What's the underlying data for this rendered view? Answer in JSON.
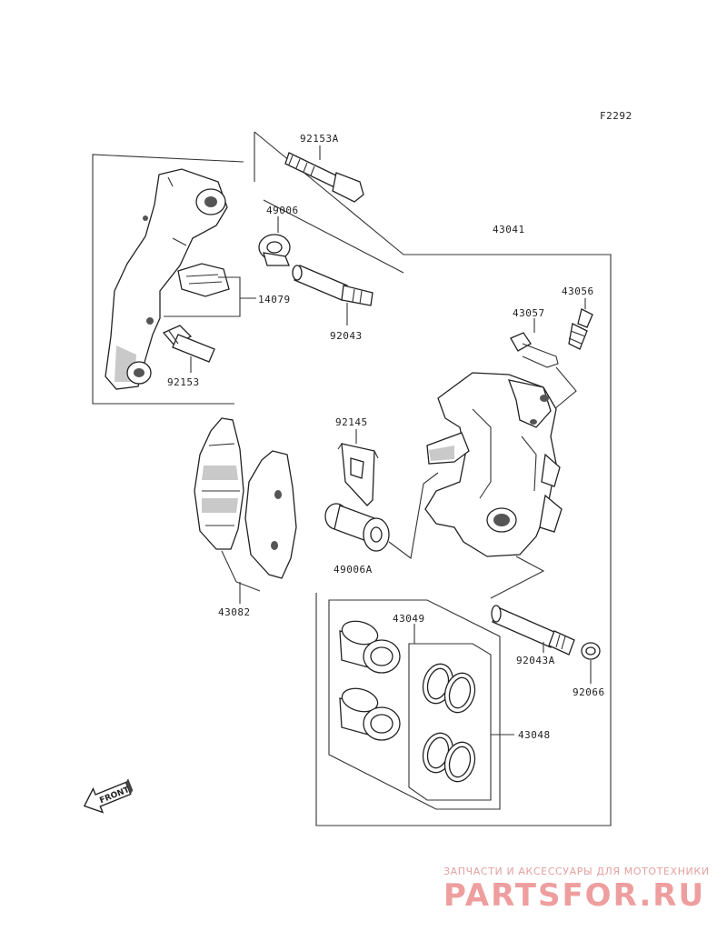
{
  "figure_code": "F2292",
  "labels": {
    "p92153A": "92153A",
    "p49006": "49006",
    "p43041": "43041",
    "p14079": "14079",
    "p92043": "92043",
    "p92153": "92153",
    "p43056": "43056",
    "p43057": "43057",
    "p92145": "92145",
    "p49006A": "49006A",
    "p43082": "43082",
    "p43049": "43049",
    "p92043A": "92043A",
    "p92066": "92066",
    "p43048": "43048"
  },
  "front_marker": "FRONT",
  "watermark": {
    "caption": "ЗАПЧАСТИ И АКСЕССУАРЫ ДЛЯ МОТОТЕХНИКИ",
    "logo": "PARTSFOR.RU",
    "color": "#ee9e9e"
  }
}
